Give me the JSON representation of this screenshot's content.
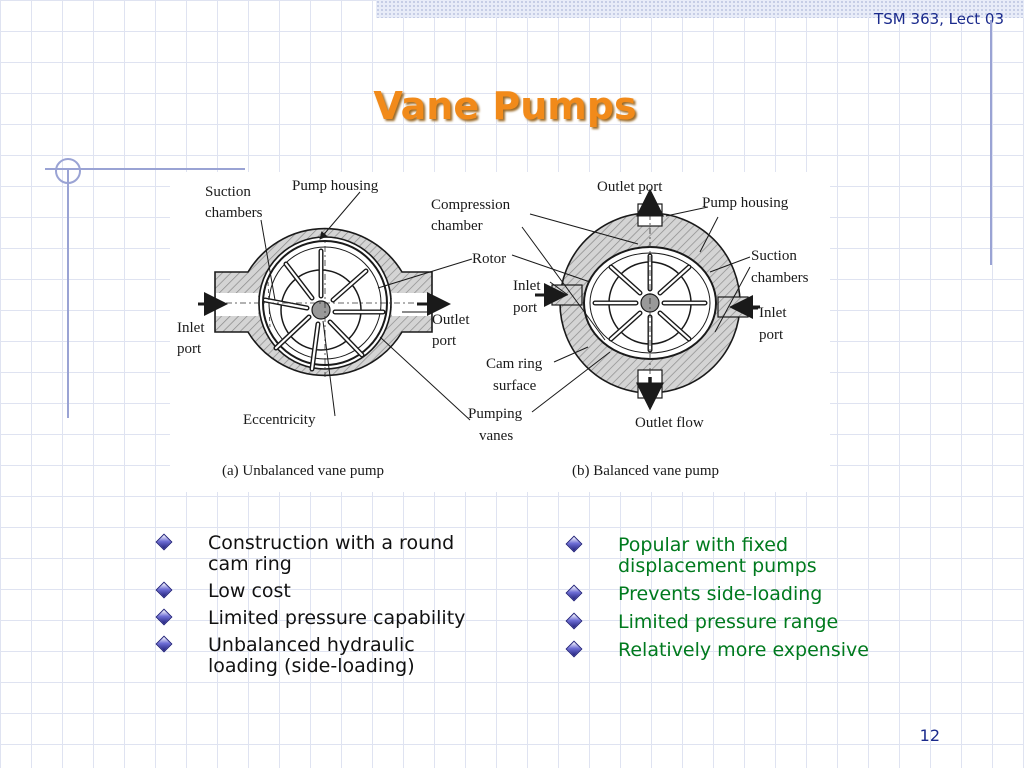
{
  "header": {
    "course": "TSM 363, Lect 03"
  },
  "slide": {
    "title": "Vane Pumps",
    "page_number": "12"
  },
  "figure": {
    "unbalanced": {
      "caption": "(a) Unbalanced vane pump",
      "labels": {
        "suction1": "Suction",
        "suction2": "chambers",
        "housing": "Pump housing",
        "inlet1": "Inlet",
        "inlet2": "port",
        "outlet1": "Outlet",
        "outlet2": "port",
        "eccentricity": "Eccentricity"
      }
    },
    "shared": {
      "compression1": "Compression",
      "compression2": "chamber",
      "rotor": "Rotor",
      "inlet1": "Inlet",
      "inlet2": "port",
      "camring1": "Cam ring",
      "camring2": "surface",
      "pumping1": "Pumping",
      "pumping2": "vanes"
    },
    "balanced": {
      "caption": "(b) Balanced vane pump",
      "labels": {
        "outlet_port": "Outlet port",
        "housing": "Pump housing",
        "suction1": "Suction",
        "suction2": "chambers",
        "inlet1": "Inlet",
        "inlet2": "port",
        "outlet_flow": "Outlet flow"
      }
    }
  },
  "bullets_left": [
    "Construction with a round cam ring",
    "Low cost",
    "Limited pressure capability",
    "Unbalanced hydraulic loading (side-loading)"
  ],
  "bullets_right": [
    "Popular with fixed displacement pumps",
    "Prevents side-loading",
    "Limited pressure range",
    "Relatively more expensive"
  ],
  "colors": {
    "title": "#f18a1a",
    "right_bullets": "#007a1e",
    "header": "#1a2a8c"
  }
}
